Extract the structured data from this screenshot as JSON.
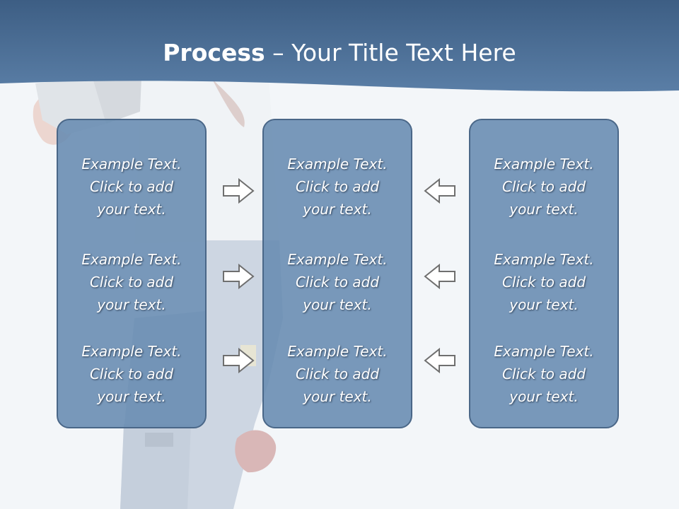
{
  "title": {
    "bold": "Process",
    "separator": " – ",
    "rest": "Your Title Text Here"
  },
  "columns": [
    {
      "blocks": [
        {
          "line1": "Example Text.",
          "line2": "Click  to add",
          "line3": "your text."
        },
        {
          "line1": "Example Text.",
          "line2": "Click  to add",
          "line3": "your text."
        },
        {
          "line1": "Example Text.",
          "line2": "Click  to add",
          "line3": "your text."
        }
      ]
    },
    {
      "blocks": [
        {
          "line1": "Example Text.",
          "line2": "Click  to add",
          "line3": "your text."
        },
        {
          "line1": "Example Text.",
          "line2": "Click  to add",
          "line3": "your text."
        },
        {
          "line1": "Example Text.",
          "line2": "Click  to add",
          "line3": "your text."
        }
      ]
    },
    {
      "blocks": [
        {
          "line1": "Example Text.",
          "line2": "Click  to add",
          "line3": "your text."
        },
        {
          "line1": "Example Text.",
          "line2": "Click  to add",
          "line3": "your text."
        },
        {
          "line1": "Example Text.",
          "line2": "Click  to add",
          "line3": "your text."
        }
      ]
    }
  ],
  "arrows": {
    "left_group": [
      "right-arrow-icon",
      "right-arrow-icon",
      "right-arrow-icon"
    ],
    "right_group": [
      "left-arrow-icon",
      "left-arrow-icon",
      "left-arrow-icon"
    ]
  },
  "colors": {
    "header": "#4f7299",
    "box_fill": "#6a8db2",
    "box_border": "#4a6788",
    "arrow_fill": "#ffffff",
    "arrow_stroke": "#6f6f6f",
    "text": "#ffffff"
  }
}
